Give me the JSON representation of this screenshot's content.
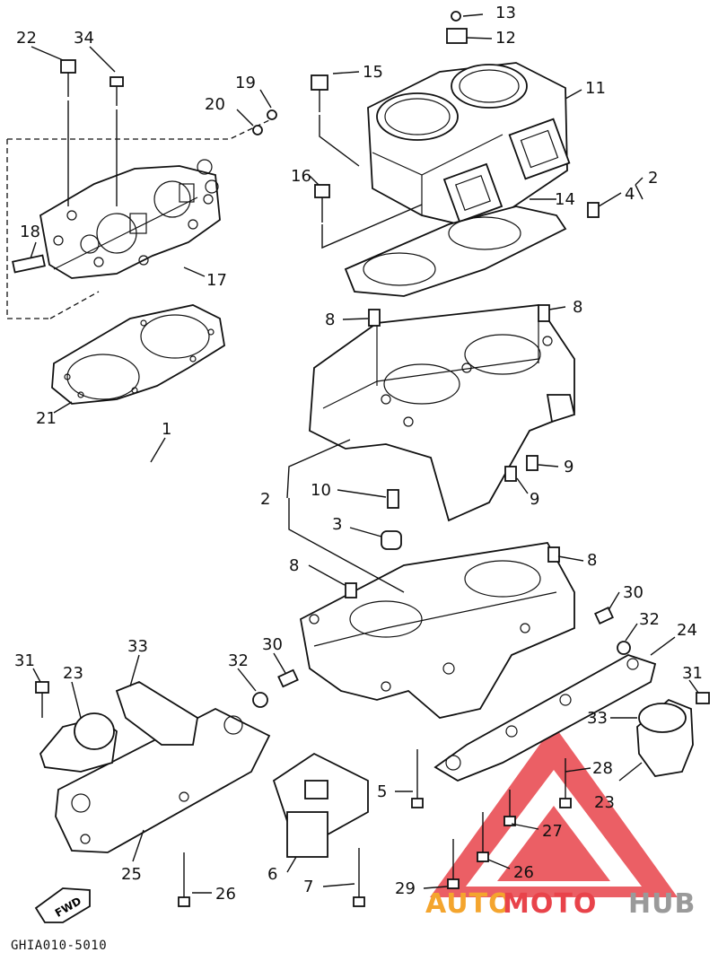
{
  "diagram": {
    "callouts": [
      {
        "id": "c13",
        "text": "13"
      },
      {
        "id": "c12",
        "text": "12"
      },
      {
        "id": "c22",
        "text": "22"
      },
      {
        "id": "c34",
        "text": "34"
      },
      {
        "id": "c15",
        "text": "15"
      },
      {
        "id": "c11",
        "text": "11"
      },
      {
        "id": "c19",
        "text": "19"
      },
      {
        "id": "c20",
        "text": "20"
      },
      {
        "id": "c2a",
        "text": "2"
      },
      {
        "id": "c4",
        "text": "4"
      },
      {
        "id": "c16",
        "text": "16"
      },
      {
        "id": "c14",
        "text": "14"
      },
      {
        "id": "c18",
        "text": "18"
      },
      {
        "id": "c17",
        "text": "17"
      },
      {
        "id": "c8a",
        "text": "8"
      },
      {
        "id": "c8b",
        "text": "8"
      },
      {
        "id": "c21",
        "text": "21"
      },
      {
        "id": "c1",
        "text": "1"
      },
      {
        "id": "c9a",
        "text": "9"
      },
      {
        "id": "c10",
        "text": "10"
      },
      {
        "id": "c9b",
        "text": "9"
      },
      {
        "id": "c2b",
        "text": "2"
      },
      {
        "id": "c3",
        "text": "3"
      },
      {
        "id": "c8c",
        "text": "8"
      },
      {
        "id": "c8d",
        "text": "8"
      },
      {
        "id": "c30a",
        "text": "30"
      },
      {
        "id": "c32a",
        "text": "32"
      },
      {
        "id": "c24",
        "text": "24"
      },
      {
        "id": "c31a",
        "text": "31"
      },
      {
        "id": "c33a",
        "text": "33"
      },
      {
        "id": "c23a",
        "text": "23"
      },
      {
        "id": "c32b",
        "text": "32"
      },
      {
        "id": "c30b",
        "text": "30"
      },
      {
        "id": "c31b",
        "text": "31"
      },
      {
        "id": "c33b",
        "text": "33"
      },
      {
        "id": "c28",
        "text": "28"
      },
      {
        "id": "c5",
        "text": "5"
      },
      {
        "id": "c23b",
        "text": "23"
      },
      {
        "id": "c27",
        "text": "27"
      },
      {
        "id": "c25",
        "text": "25"
      },
      {
        "id": "c6",
        "text": "6"
      },
      {
        "id": "c26a",
        "text": "26"
      },
      {
        "id": "c7",
        "text": "7"
      },
      {
        "id": "c29",
        "text": "29"
      },
      {
        "id": "c26b",
        "text": "26"
      }
    ],
    "drawing_code": "GHIA010-5010",
    "fwd_label": "FWD"
  },
  "watermark": {
    "part1": "AUTO",
    "part2": "MOTO",
    "part3": "HUB",
    "color_orange": "#f4a52e",
    "color_red": "#e8434a",
    "color_gray": "#9a9a9a"
  }
}
